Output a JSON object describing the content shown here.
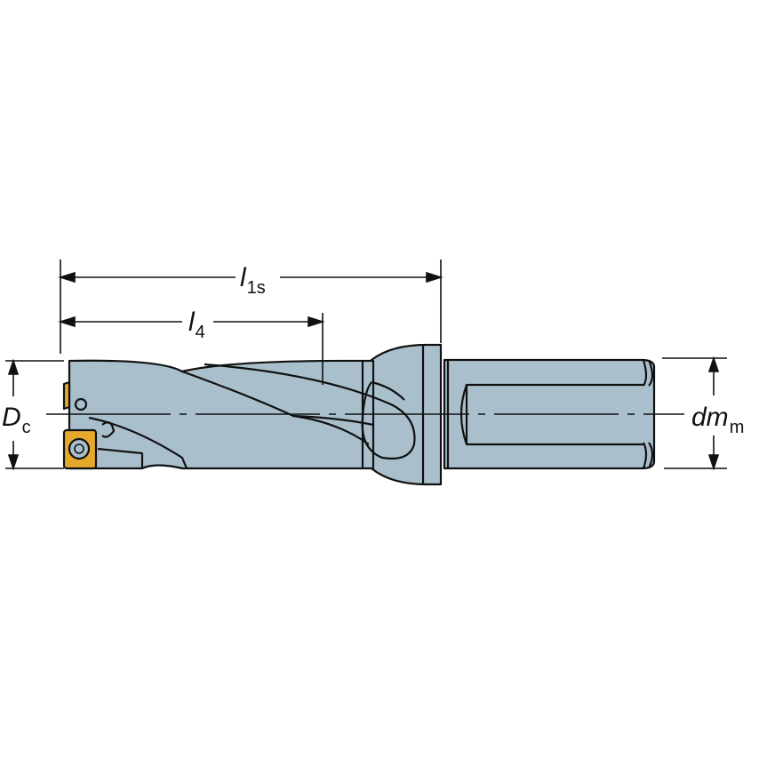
{
  "diagram": {
    "title": "Indexable insert drill dimension drawing",
    "colors": {
      "body": "#a9c0cc",
      "outline": "#111111",
      "insert": "#e6a82a",
      "background": "#ffffff"
    },
    "dimensions": {
      "l1s": {
        "main": "l",
        "sub": "1s"
      },
      "l4": {
        "main": "l",
        "sub": "4"
      },
      "Dc": {
        "main": "D",
        "sub": "c"
      },
      "dmm": {
        "main": "dm",
        "sub": "m"
      }
    }
  }
}
